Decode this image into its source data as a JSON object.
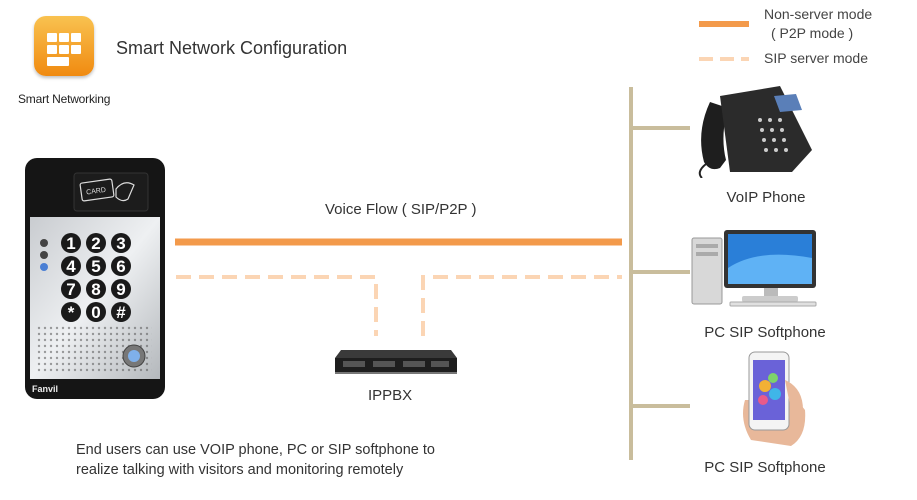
{
  "header": {
    "title": "Smart Network Configuration",
    "app_label": "Smart Networking",
    "app_icon": "grid-app-icon"
  },
  "legend": {
    "solid_label_line1": "Non-server mode",
    "solid_label_line2": "( P2P mode )",
    "dashed_label": "SIP server mode",
    "solid_color": "#f39a4b",
    "dashed_color": "#fbd5b4"
  },
  "diagram": {
    "voice_flow_label": "Voice Flow ( SIP/P2P )",
    "ippbx_label": "IPPBX",
    "devices": [
      {
        "label": "VoIP Phone",
        "icon": "voip-phone-icon"
      },
      {
        "label": "PC SIP Softphone",
        "icon": "desktop-pc-icon"
      },
      {
        "label": "PC SIP Softphone",
        "icon": "smartphone-icon"
      }
    ],
    "door_phone": {
      "brand": "Fanvil",
      "card_text": "CARD",
      "keys": [
        "1",
        "2",
        "3",
        "4",
        "5",
        "6",
        "7",
        "8",
        "9",
        "*",
        "0",
        "#"
      ]
    },
    "bus_color": "#c9bd9c"
  },
  "footer": {
    "line1": "End users can use VOIP phone, PC or SIP softphone to",
    "line2": "realize talking with visitors and monitoring remotely"
  }
}
